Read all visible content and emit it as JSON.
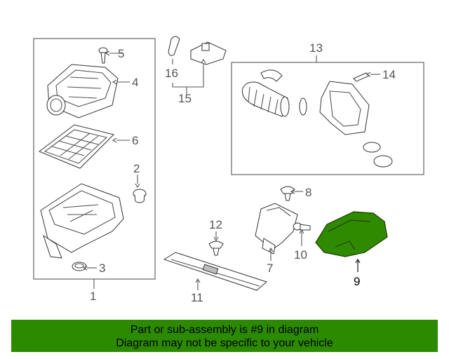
{
  "callouts": {
    "c1": "1",
    "c2": "2",
    "c3": "3",
    "c4": "4",
    "c5": "5",
    "c6": "6",
    "c7": "7",
    "c8": "8",
    "c9": "9",
    "c10": "10",
    "c11": "11",
    "c12": "12",
    "c13": "13",
    "c14": "14",
    "c15": "15",
    "c16": "16"
  },
  "highlighted_part": "9",
  "colors": {
    "highlight": "#2c8a00",
    "line": "#555555"
  },
  "banner": {
    "line1": "Part or sub-assembly is #9 in diagram",
    "line2": "Diagram may not be specific to your vehicle"
  }
}
